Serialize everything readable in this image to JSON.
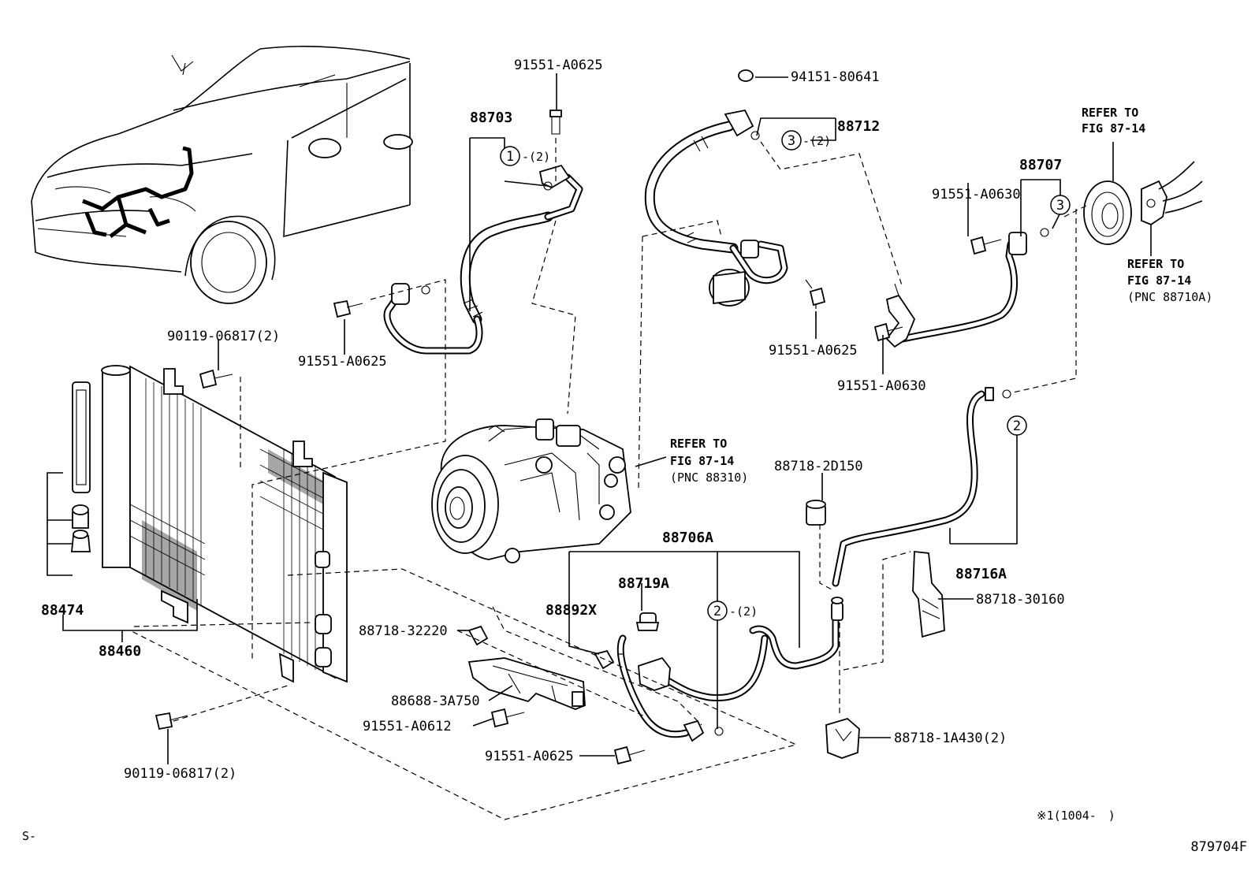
{
  "labels": {
    "p91551_a0625_top": "91551-A0625",
    "p88703": "88703",
    "p88703_qty": "-(2)",
    "p91551_a0625_left": "91551-A0625",
    "p90119_06817_upper": "90119-06817(2)",
    "p88474": "88474",
    "p88460": "88460",
    "p90119_06817_lower": "90119-06817(2)",
    "p94151_80641": "94151-80641",
    "p88712": "88712",
    "p88712_qty": "-(2)",
    "p91551_a0625_mid": "91551-A0625",
    "p91551_a0630_bottom": "91551-A0630",
    "p91551_a0630_left": "91551-A0630",
    "p88707": "88707",
    "refer_top_1": "REFER TO",
    "refer_top_2": "FIG 87-14",
    "refer_right_1": "REFER TO",
    "refer_right_2": "FIG 87-14",
    "refer_right_3": "(PNC 88710A)",
    "refer_comp_1": "REFER TO",
    "refer_comp_2": "FIG 87-14",
    "refer_comp_3": "(PNC 88310)",
    "p88718_2d150": "88718-2D150",
    "p88706a": "88706A",
    "p88719a": "88719A",
    "p88892x": "88892X",
    "p88706a_qty": "-(2)",
    "p88716a": "88716A",
    "p88718_30160": "88718-30160",
    "p88718_32220": "88718-32220",
    "p88688_3a750": "88688-3A750",
    "p91551_a0612": "91551-A0612",
    "p91551_a0625_bottom": "91551-A0625",
    "p88718_1a430": "88718-1A430(2)",
    "callout_1": "1",
    "callout_2a": "2",
    "callout_2b": "2",
    "callout_3a": "3",
    "callout_3b": "3",
    "note": "※1(1004-　)",
    "corner_left": "S-",
    "figure_id": "879704F"
  }
}
